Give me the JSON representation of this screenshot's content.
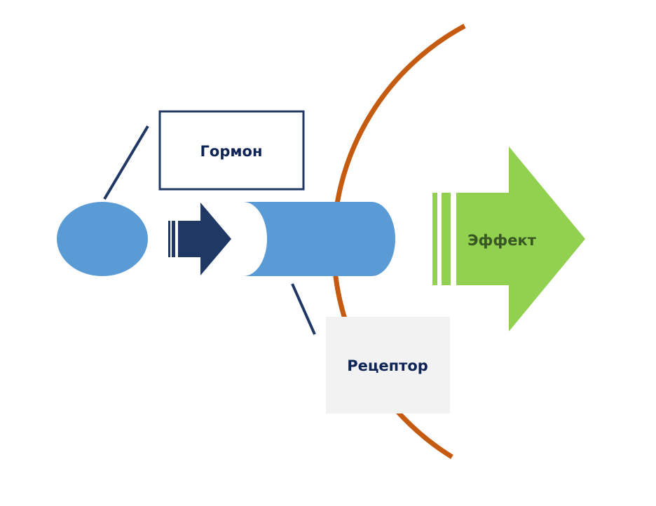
{
  "diagram": {
    "title": "",
    "colors": {
      "hormone_blue": "#5B9BD5",
      "dark_navy": "#203864",
      "label_navy": "#0E2356",
      "membrane_orange": "#C55A11",
      "effect_green": "#92D050",
      "effect_text": "#385723",
      "receptor_box": "#F2F2F2"
    },
    "nodes": [
      {
        "id": "hormone",
        "shape": "ellipse",
        "label": ""
      },
      {
        "id": "binding-arrow",
        "shape": "striped-right-arrow",
        "label": ""
      },
      {
        "id": "receptor",
        "shape": "cylinder",
        "label": ""
      },
      {
        "id": "cell-membrane",
        "shape": "arc",
        "label": ""
      },
      {
        "id": "effect-arrow",
        "shape": "striped-right-arrow",
        "label": "Эффект"
      }
    ],
    "callouts": [
      {
        "id": "hormone-callout",
        "target": "hormone",
        "label": "Гормон",
        "style": "outlined-box"
      },
      {
        "id": "receptor-callout",
        "target": "receptor",
        "label": "Рецептор",
        "style": "filled-box"
      }
    ]
  }
}
